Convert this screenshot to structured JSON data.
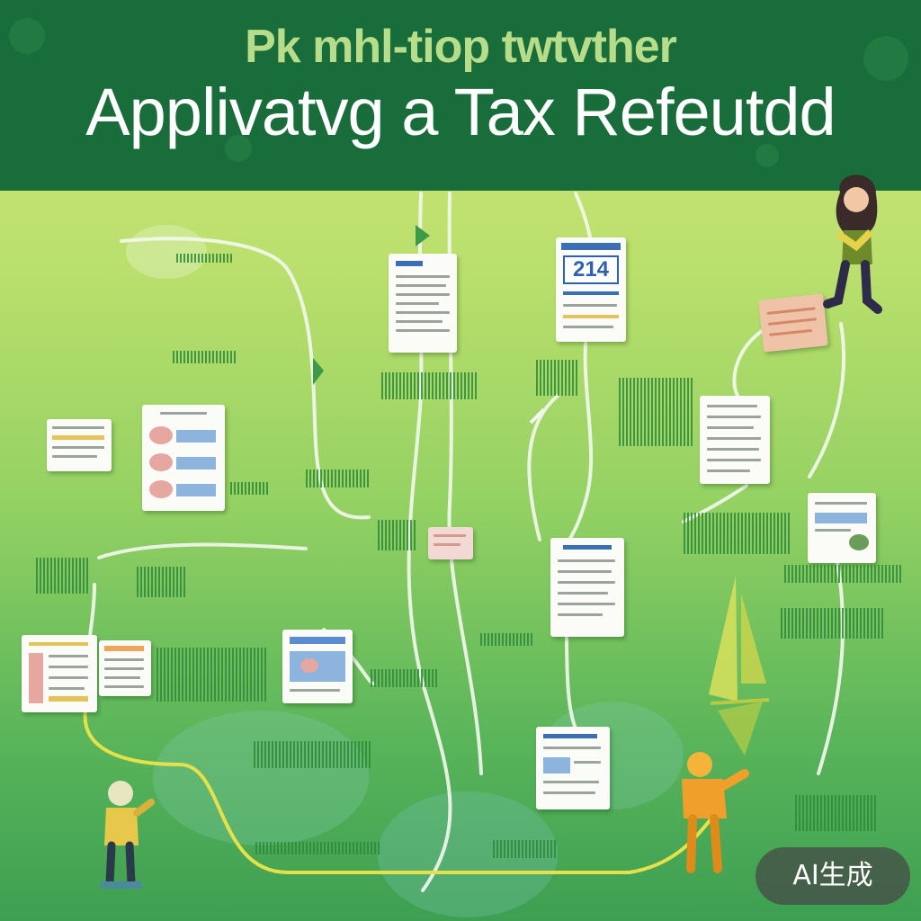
{
  "header": {
    "subtitle": "Pk mhl-tiop twtvther",
    "title": "Applivatvg a Tax Refeutdd"
  },
  "calendar_number": "214",
  "badge": "AI生成",
  "colors": {
    "header_bg": "#186d3a",
    "path_white": "#f4f8ee",
    "path_yellow": "#e6e04a",
    "accent_blue": "#2e62b0"
  }
}
